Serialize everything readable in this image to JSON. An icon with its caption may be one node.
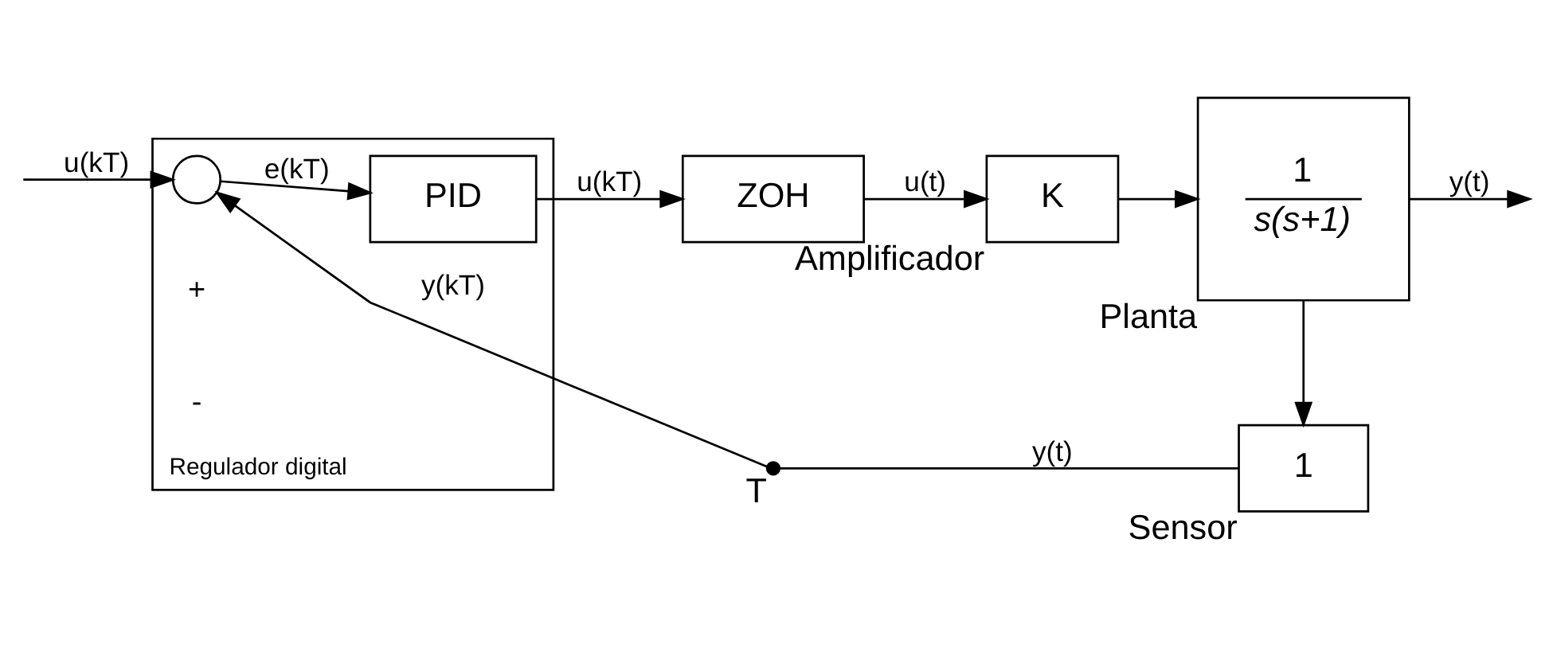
{
  "diagram": {
    "nodes": [
      {
        "text": [
          "Regulador digital"
        ]
      },
      {
        "text": [],
        "shape": "circle",
        "in": 0
      },
      {
        "text": [
          "PID"
        ],
        "in": 0
      },
      {
        "text": [
          "ZOH"
        ]
      },
      {
        "text": [
          "K"
        ],
        "beside": [
          "Amplificador"
        ]
      },
      {
        "text": [
          "1",
          "s(s+1)"
        ],
        "beside": [
          "Planta"
        ]
      },
      {
        "text": [
          "1"
        ],
        "beside": [
          "Sensor"
        ]
      },
      {
        "text": [],
        "shape": "switch",
        "beside": [
          "T"
        ]
      }
    ],
    "edges": [
      {
        "from": null,
        "to": 1,
        "arrow": "to",
        "label": "u(kT)"
      },
      {
        "from": 1,
        "to": 2,
        "arrow": "to",
        "label": "e(kT)"
      },
      {
        "from": 2,
        "to": 3,
        "arrow": "to",
        "label": "u(kT)"
      },
      {
        "from": 3,
        "to": 4,
        "arrow": "to",
        "label": "u(t)"
      },
      {
        "from": 4,
        "to": 5,
        "arrow": "to"
      },
      {
        "from": 5,
        "to": null,
        "arrow": "to",
        "label": "y(t)"
      },
      {
        "from": 5,
        "to": 6,
        "arrow": "to"
      },
      {
        "from": 6,
        "to": 7,
        "arrow": "none",
        "label": "y(t)"
      },
      {
        "from": 7,
        "to": 1,
        "arrow": "to",
        "label": "y(kT)"
      }
    ],
    "labels": [
      "+",
      "-"
    ]
  }
}
